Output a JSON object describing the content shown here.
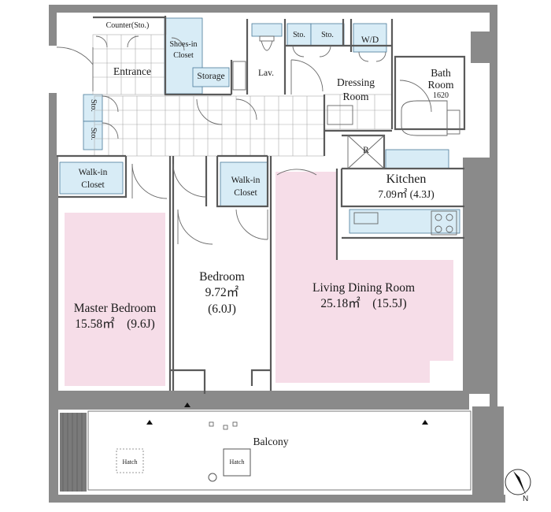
{
  "rooms": {
    "counter": "Counter(Sto.)",
    "shoes_in_closet": [
      "Shoes-in",
      "Closet"
    ],
    "entrance": "Entrance",
    "storage": "Storage",
    "lav": "Lav.",
    "sto_1": "Sto.",
    "sto_2": "Sto.",
    "wd": "W/D",
    "dressing_room": [
      "Dressing",
      "Room"
    ],
    "bath_room": [
      "Bath",
      "Room",
      "1620"
    ],
    "sto_left_1": "Sto.",
    "sto_left_2": "Sto.",
    "walk_in_closet_1": [
      "Walk-in",
      "Closet"
    ],
    "walk_in_closet_2": [
      "Walk-in",
      "Closet"
    ],
    "refrigerator": "R",
    "kitchen": [
      "Kitchen",
      "7.09㎡ (4.3J)"
    ],
    "master_bedroom": [
      "Master Bedroom",
      "15.58㎡　(9.6J)"
    ],
    "bedroom": [
      "Bedroom",
      "9.72㎡",
      "(6.0J)"
    ],
    "living_dining": [
      "Living Dining Room",
      "25.18㎡　(15.5J)"
    ],
    "balcony": "Balcony",
    "hatch_1": "Hatch",
    "hatch_2": "Hatch"
  },
  "compass": {
    "label": "N"
  },
  "colors": {
    "wall": "#808080",
    "highlight_pink": "#f6dde8",
    "highlight_blue": "#d8ecf6",
    "line": "#555555"
  }
}
